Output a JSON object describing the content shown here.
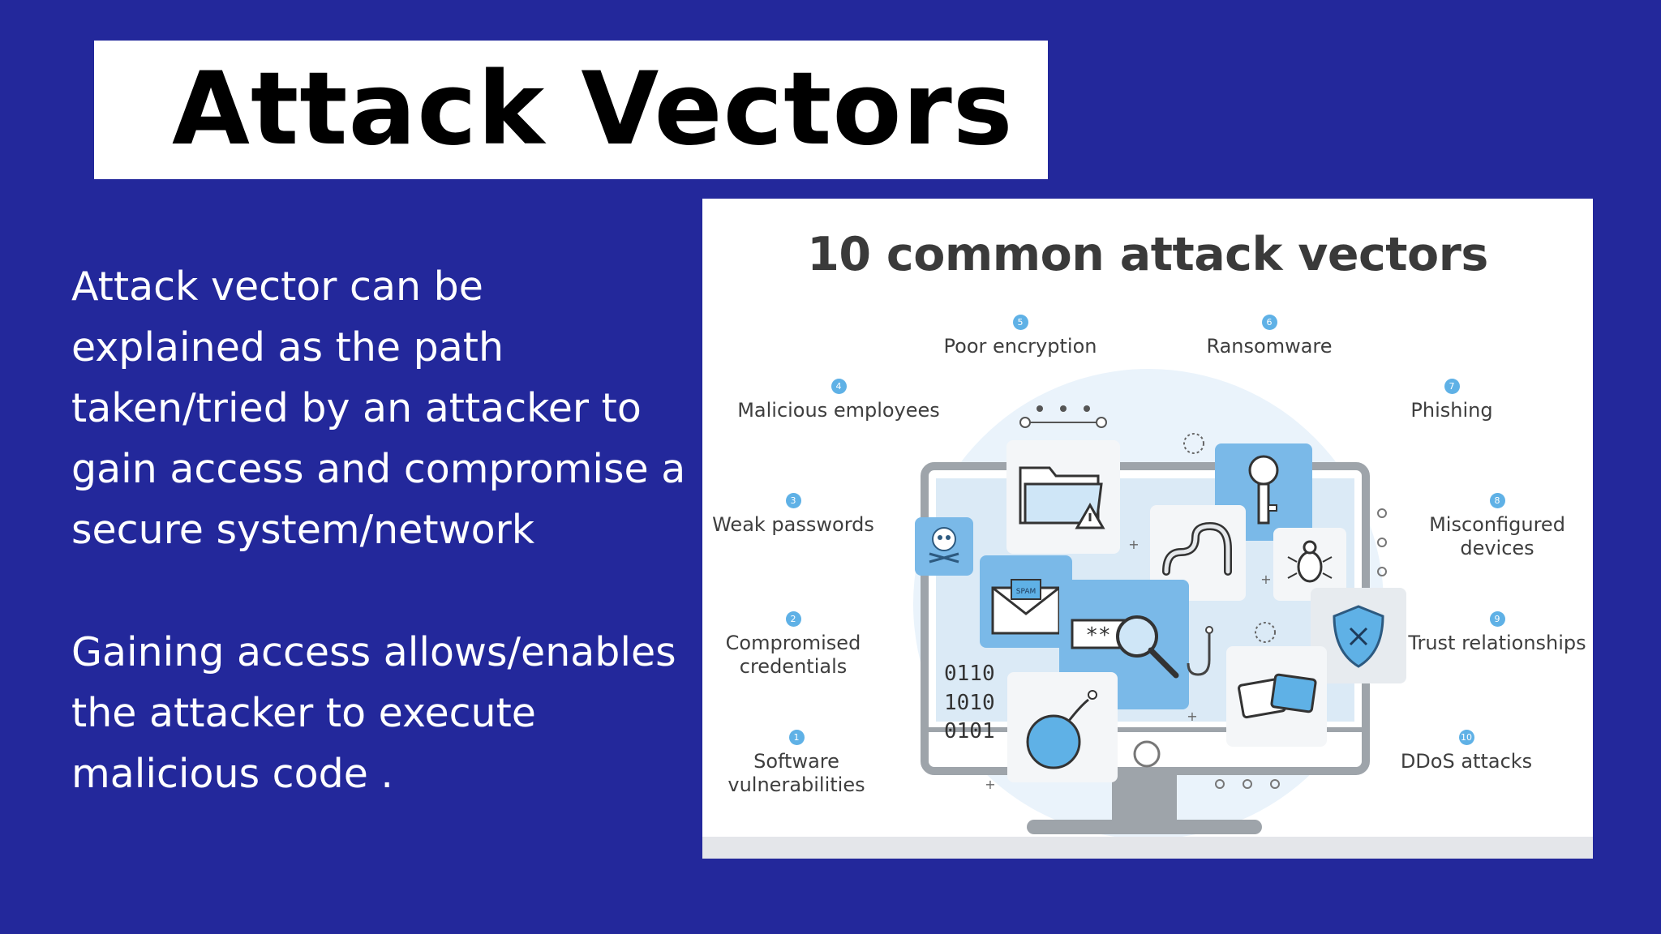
{
  "slide": {
    "title": "Attack Vectors",
    "paragraph1": "Attack vector can be explained as the path taken/tried by an attacker to gain access and compromise a secure system/network",
    "paragraph2": "Gaining access allows/enables the attacker to execute malicious code ."
  },
  "infographic": {
    "title": "10 common attack vectors",
    "binary_text": [
      "0110",
      "1010",
      "0101"
    ],
    "spam_label": "SPAM",
    "password_mask": "**",
    "vectors": [
      {
        "number": "1",
        "label": "Software vulnerabilities"
      },
      {
        "number": "2",
        "label": "Compromised credentials"
      },
      {
        "number": "3",
        "label": "Weak passwords"
      },
      {
        "number": "4",
        "label": "Malicious employees"
      },
      {
        "number": "5",
        "label": "Poor encryption"
      },
      {
        "number": "6",
        "label": "Ransomware"
      },
      {
        "number": "7",
        "label": "Phishing"
      },
      {
        "number": "8",
        "label": "Misconfigured devices"
      },
      {
        "number": "9",
        "label": "Trust relationships"
      },
      {
        "number": "10",
        "label": "DDoS attacks"
      }
    ]
  },
  "colors": {
    "slide_background": "#23289b",
    "accent_blue": "#5fb1e6",
    "light_blue": "#c6dff2",
    "monitor_gray": "#9ea4aa"
  }
}
